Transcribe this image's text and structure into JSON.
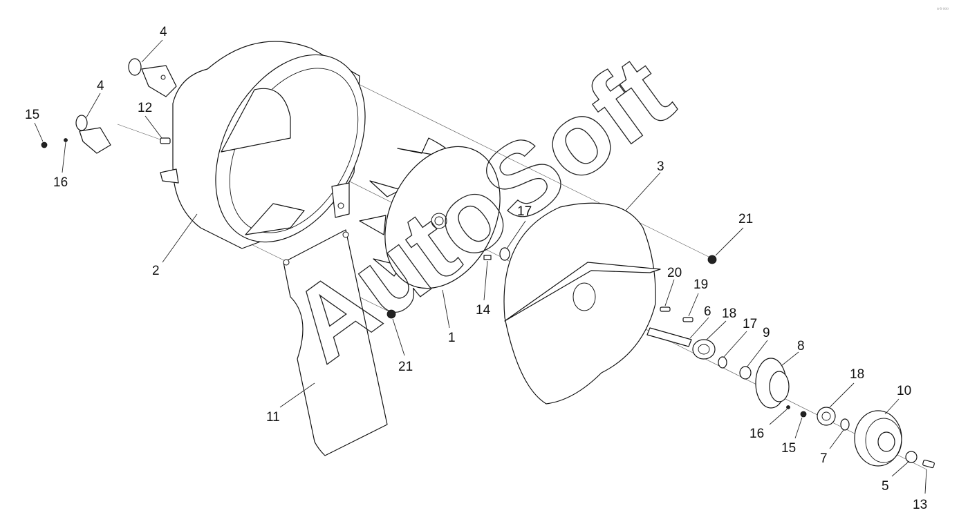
{
  "diagram": {
    "watermark": "AutoSoft",
    "corner_mark": "a·b ooo",
    "callouts": [
      "4",
      "4",
      "15",
      "12",
      "16",
      "2",
      "11",
      "21",
      "1",
      "14",
      "17",
      "3",
      "21",
      "20",
      "19",
      "6",
      "18",
      "17",
      "9",
      "8",
      "18",
      "10",
      "16",
      "15",
      "7",
      "5",
      "13"
    ]
  }
}
